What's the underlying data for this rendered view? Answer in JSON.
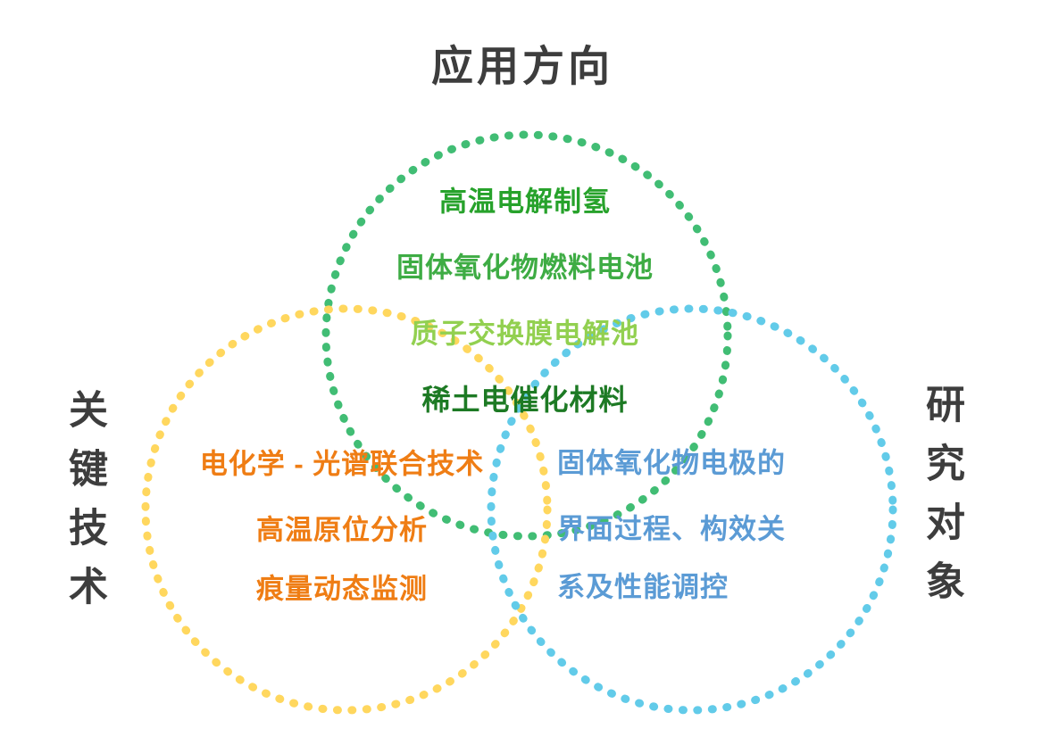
{
  "labels": {
    "top": "应用方向",
    "left": "关键技术",
    "right": "研究对象"
  },
  "colors": {
    "heading_text": "#3d3d3d",
    "applications_circle": "#41bd74",
    "technologies_circle": "#ffd75e",
    "research_circle": "#62cbe9"
  },
  "circles": {
    "applications": {
      "name": "应用方向",
      "stroke": "#41bd74",
      "items": [
        {
          "text": "高温电解制氢",
          "color": "#27a22b"
        },
        {
          "text": "固体氧化物燃料电池",
          "color": "#3eac44"
        },
        {
          "text": "质子交换膜电解池",
          "color": "#92d050"
        },
        {
          "text": "稀土电催化材料",
          "color": "#1d7a24"
        }
      ]
    },
    "technologies": {
      "name": "关键技术",
      "stroke": "#ffd75e",
      "items": [
        {
          "text": "电化学 - 光谱联合技术",
          "color": "#ef7d14"
        },
        {
          "text": "高温原位分析",
          "color": "#ef7d14"
        },
        {
          "text": "痕量动态监测",
          "color": "#ef7d14"
        }
      ]
    },
    "research": {
      "name": "研究对象",
      "stroke": "#62cbe9",
      "items": [
        {
          "text": "固体氧化物电极的",
          "color": "#5b9bd5"
        },
        {
          "text": "界面过程、构效关",
          "color": "#5b9bd5"
        },
        {
          "text": "系及性能调控",
          "color": "#5b9bd5"
        }
      ]
    }
  }
}
